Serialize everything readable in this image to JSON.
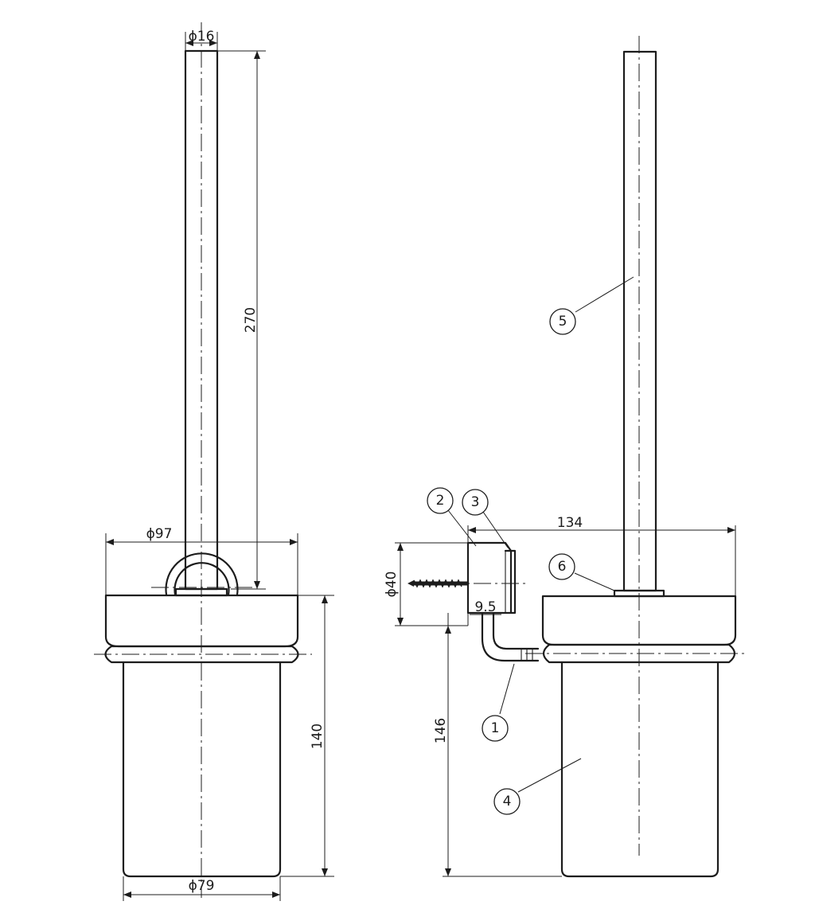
{
  "dimensions": {
    "rod_diameter": "ϕ16",
    "total_height_front": "270",
    "outer_diameter": "ϕ97",
    "cup_height_front": "140",
    "cup_diameter": "ϕ79",
    "bracket_projection": "134",
    "wall_plate_diameter": "ϕ40",
    "wall_plate_thickness": "9.5",
    "cup_height_side": "146"
  },
  "balloons": [
    "1",
    "2",
    "3",
    "4",
    "5",
    "6"
  ]
}
